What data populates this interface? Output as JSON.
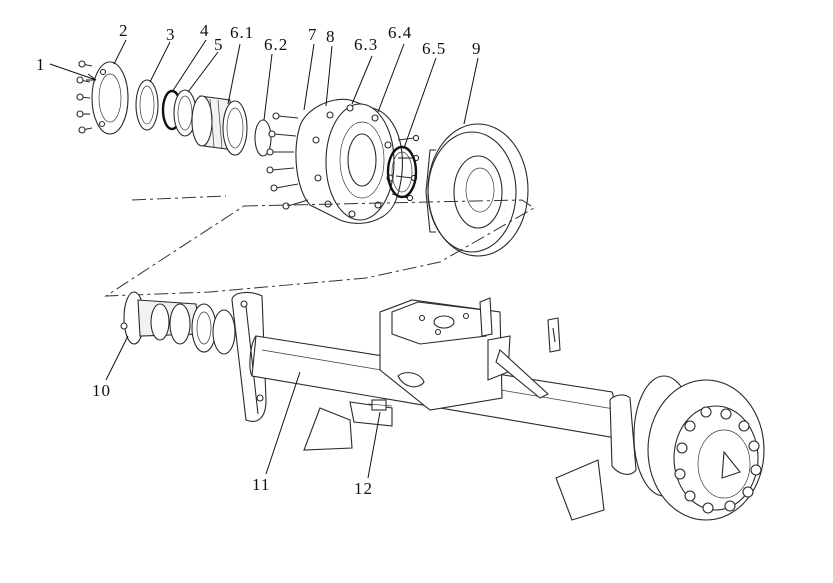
{
  "callouts": {
    "c1": "1",
    "c2": "2",
    "c3": "3",
    "c4": "4",
    "c5": "5",
    "c61": "6.1",
    "c62": "6.2",
    "c7": "7",
    "c8": "8",
    "c63": "6.3",
    "c64": "6.4",
    "c65": "6.5",
    "c9": "9",
    "c10": "10",
    "c11": "11",
    "c12": "12"
  }
}
